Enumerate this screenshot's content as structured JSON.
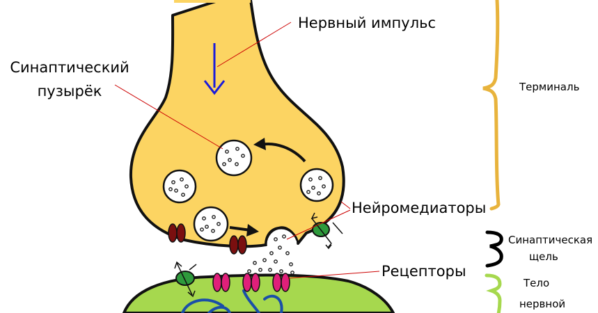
{
  "labels": {
    "nerve_impulse": "Нервный импульс",
    "synaptic_vesicle_line1": "Синаптический",
    "synaptic_vesicle_line2": "пузырёк",
    "neurotransmitters": "Нейромедиаторы",
    "receptors": "Рецепторы",
    "terminal": "Терминаль",
    "synaptic_cleft_line1": "Синаптическая",
    "synaptic_cleft_line2": "щель",
    "cell_body_line1": "Тело",
    "cell_body_line2": "нервной"
  },
  "colors": {
    "terminal_fill": "#fcd462",
    "cell_body_fill": "#a6d84e",
    "vesicle_fill": "#ffffff",
    "ion_channel": "#7a0f0f",
    "receptor": "#e0207a",
    "transporter": "#2e9a3c",
    "impulse_arrow": "#1a1adb",
    "pointer_line": "#cc0000",
    "brace_terminal": "#e8b33c",
    "brace_cleft": "#000000",
    "brace_cell": "#a6d84e",
    "nucleus_lines": "#1a4fa8"
  },
  "icons": [
    "impulse-arrow-icon",
    "recycle-arrow-icon",
    "release-arrow-icon",
    "curly-brace-icon"
  ]
}
